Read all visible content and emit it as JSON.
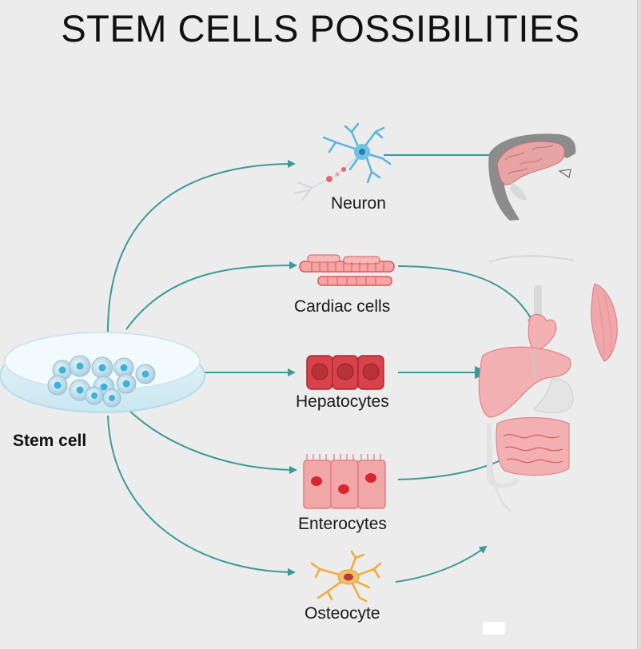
{
  "title": "STEM CELLS POSSIBILITIES",
  "source_label": "Stem cell",
  "cell_types": [
    {
      "label": "Neuron"
    },
    {
      "label": "Cardiac cells"
    },
    {
      "label": "Hepatocytes"
    },
    {
      "label": "Enterocytes"
    },
    {
      "label": "Osteocyte"
    }
  ],
  "colors": {
    "arrow": "#3a9a9a",
    "cell_red": "#d9424a",
    "tissue_pink": "#f0a3a8",
    "neuron_blue": "#5ab4dd",
    "osteocyte_orange": "#f3a93a"
  }
}
